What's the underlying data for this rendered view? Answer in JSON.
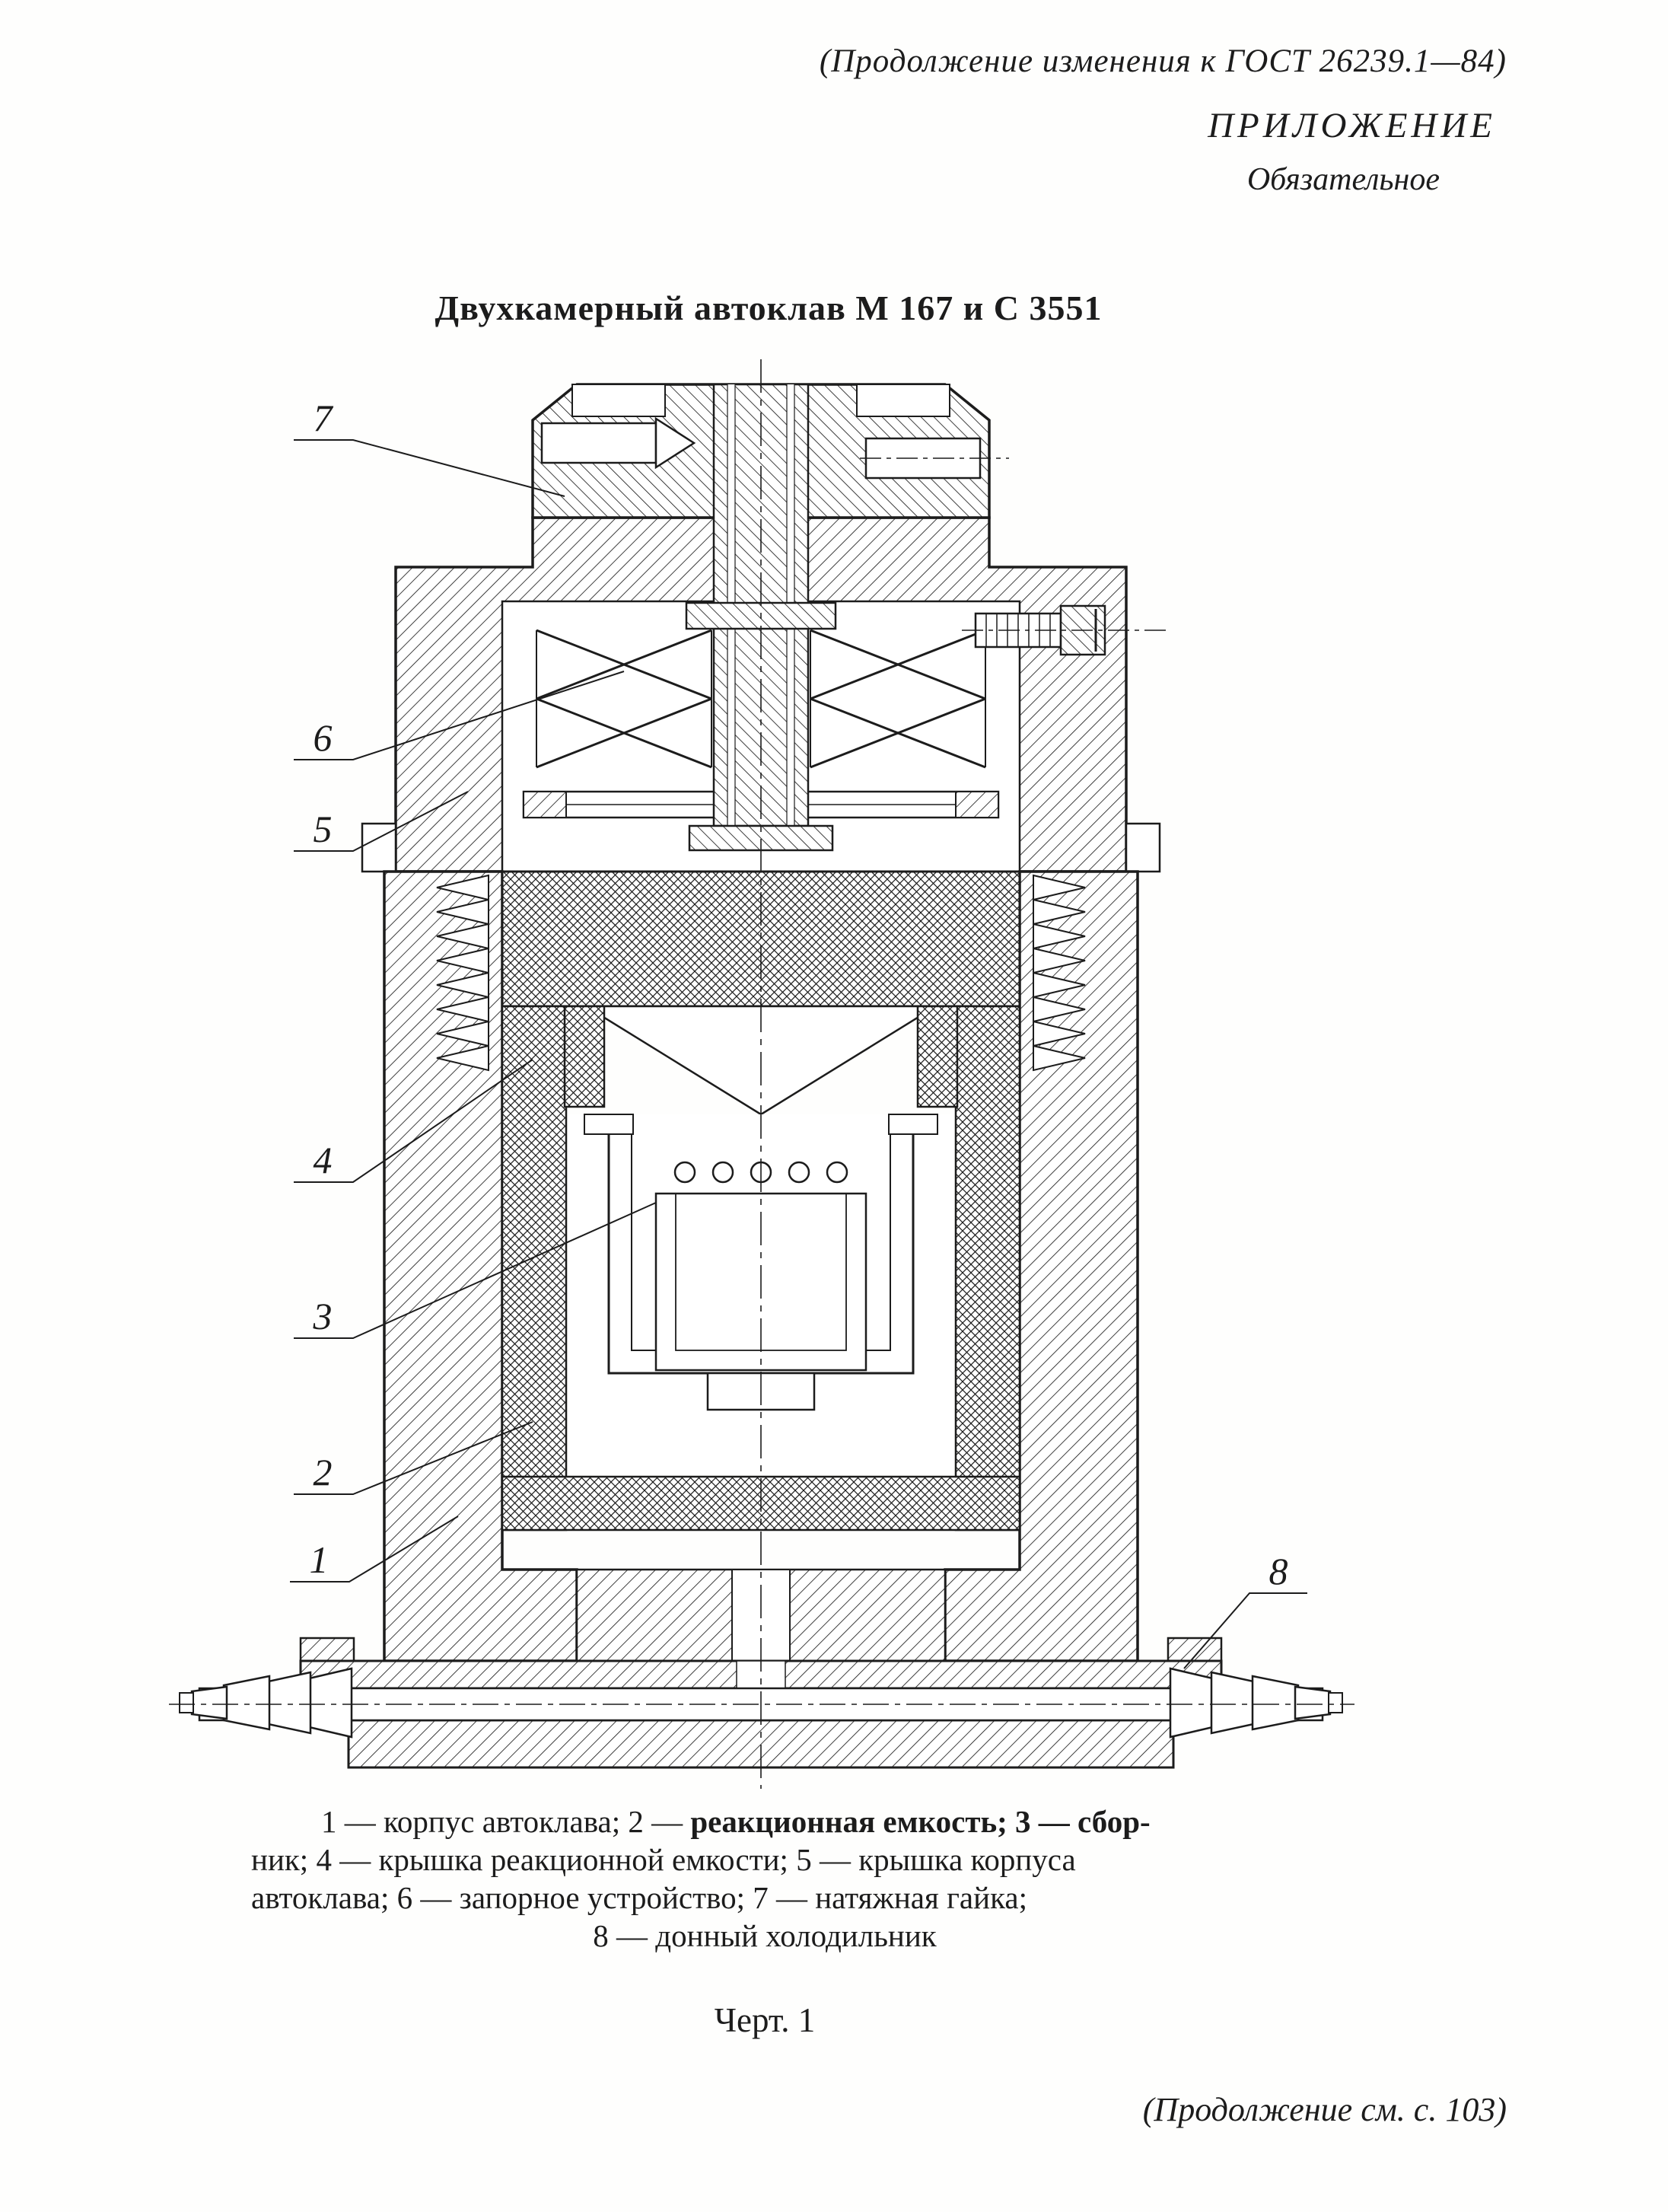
{
  "page": {
    "header_note": "(Продолжение изменения к ГОСТ 26239.1—84)",
    "annex_title": "ПРИЛОЖЕНИЕ",
    "annex_subtitle": "Обязательное",
    "figure_title": "Двухкамерный автоклав М 167 и С 3551",
    "figure_caption": "Черт. 1",
    "footer_note": "(Продолжение см. с. 103)"
  },
  "legend": {
    "line1_a": "1 — корпус автоклава; 2 — ",
    "line1_b": "реакционная емкость; 3 — сбор-",
    "line2": "ник; 4 — крышка реакционной емкости; 5 — крышка корпуса",
    "line3": "автоклава; 6 — запорное устройство; 7 — натяжная гайка;",
    "line4": "8 — донный холодильник"
  },
  "drawing": {
    "callouts": [
      "7",
      "6",
      "5",
      "4",
      "3",
      "2",
      "1",
      "8"
    ]
  }
}
